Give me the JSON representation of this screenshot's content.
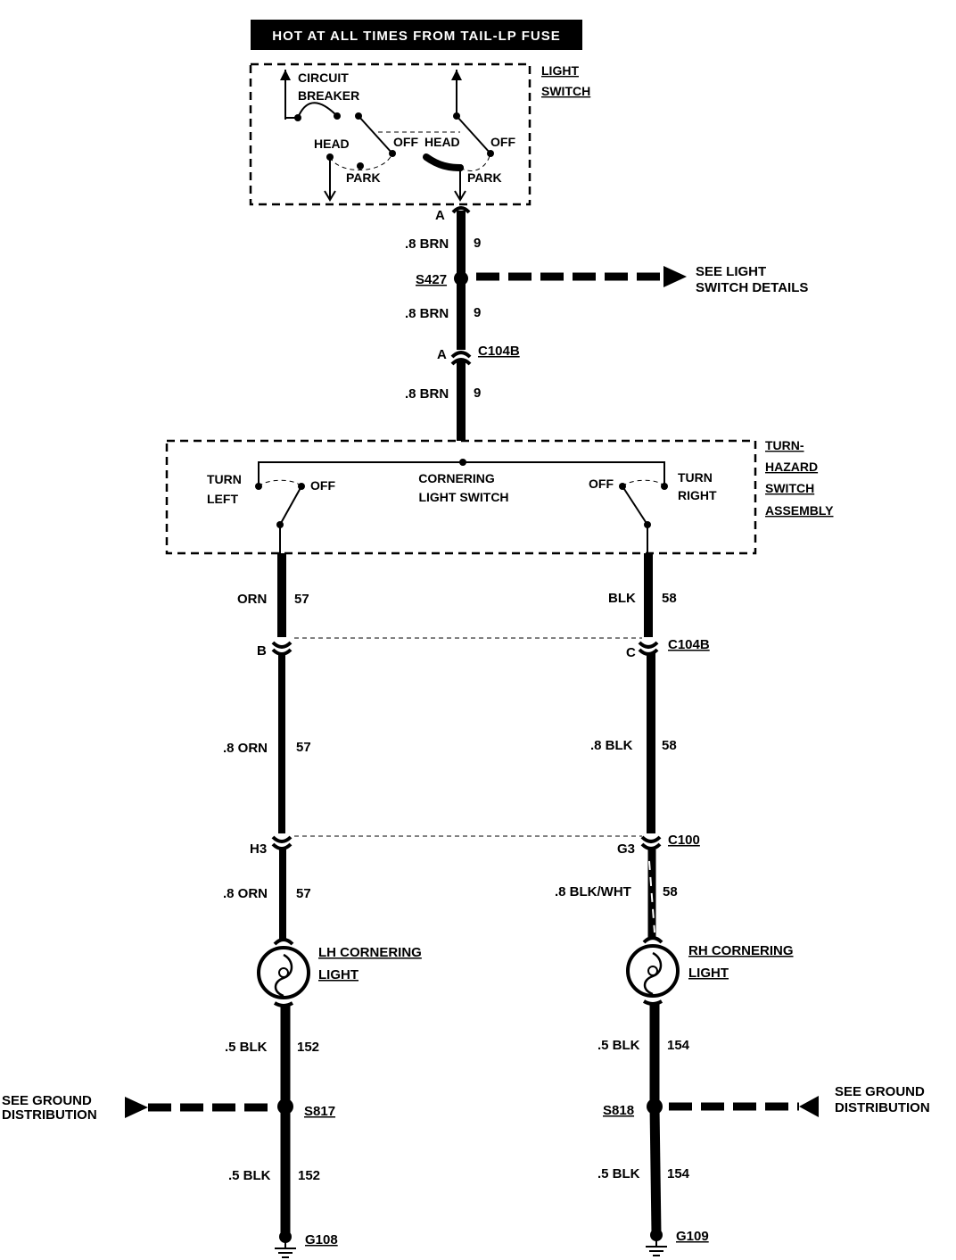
{
  "banner": "HOT AT ALL TIMES FROM TAIL-LP FUSE",
  "light_switch": {
    "title_1": "LIGHT",
    "title_2": "SWITCH",
    "circuit_1": "CIRCUIT",
    "circuit_2": "BREAKER",
    "left_head": "HEAD",
    "left_off": "OFF",
    "left_park": "PARK",
    "right_head": "HEAD",
    "right_off": "OFF",
    "right_park": "PARK",
    "terminal": "A"
  },
  "feed": {
    "wire1_gauge": ".8 BRN",
    "wire1_circuit": "9",
    "splice": "S427",
    "splice_note_1": "SEE LIGHT",
    "splice_note_2": "SWITCH DETAILS",
    "wire2_gauge": ".8 BRN",
    "wire2_circuit": "9",
    "connector_pin": "A",
    "connector": "C104B",
    "wire3_gauge": ".8 BRN",
    "wire3_circuit": "9"
  },
  "turn_hazard": {
    "title_1": "TURN-",
    "title_2": "HAZARD",
    "title_3": "SWITCH",
    "title_4": "ASSEMBLY",
    "turn_left_1": "TURN",
    "turn_left_2": "LEFT",
    "off_left": "OFF",
    "cornering_1": "CORNERING",
    "cornering_2": "LIGHT SWITCH",
    "off_right": "OFF",
    "turn_right_1": "TURN",
    "turn_right_2": "RIGHT"
  },
  "left_branch": {
    "w1_color": "ORN",
    "w1_circuit": "57",
    "c1_pin": "B",
    "w2_color": ".8 ORN",
    "w2_circuit": "57",
    "c2_pin": "H3",
    "w3_color": ".8 ORN",
    "w3_circuit": "57",
    "lamp_1": "LH CORNERING",
    "lamp_2": "LIGHT",
    "g1_color": ".5 BLK",
    "g1_circuit": "152",
    "splice": "S817",
    "ground_note_1": "SEE GROUND",
    "ground_note_2": "DISTRIBUTION",
    "g2_color": ".5 BLK",
    "g2_circuit": "152",
    "ground": "G108"
  },
  "right_branch": {
    "w1_color": "BLK",
    "w1_circuit": "58",
    "c1_pin": "C",
    "c1_name": "C104B",
    "w2_color": ".8 BLK",
    "w2_circuit": "58",
    "c2_pin": "G3",
    "c2_name": "C100",
    "w3_color": ".8 BLK/WHT",
    "w3_circuit": "58",
    "lamp_1": "RH CORNERING",
    "lamp_2": "LIGHT",
    "g1_color": ".5 BLK",
    "g1_circuit": "154",
    "splice": "S818",
    "ground_note_1": "SEE GROUND",
    "ground_note_2": "DISTRIBUTION",
    "g2_color": ".5 BLK",
    "g2_circuit": "154",
    "ground": "G109"
  }
}
